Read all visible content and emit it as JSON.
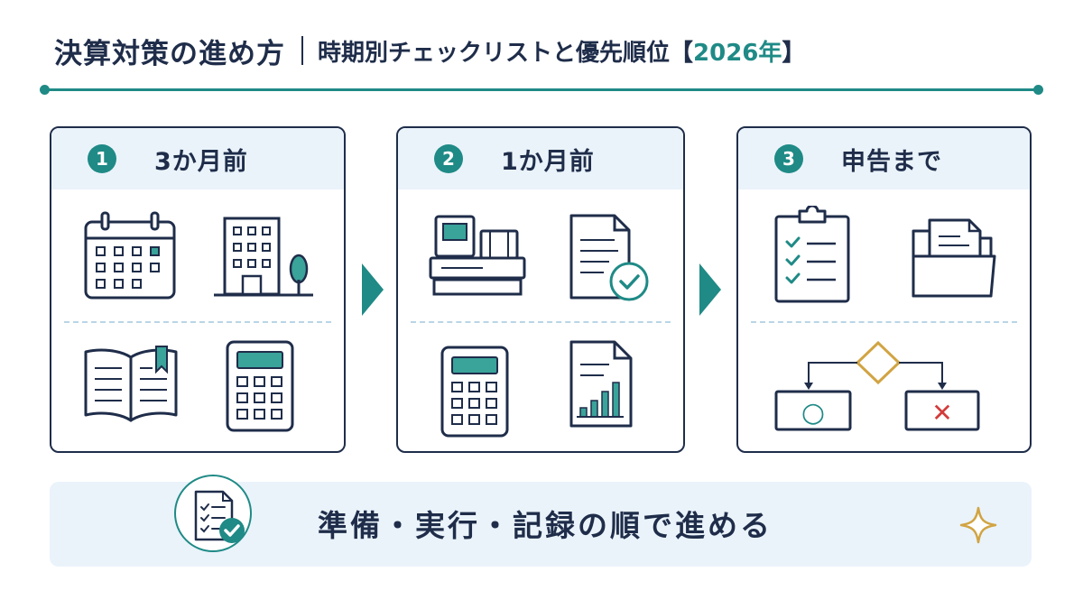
{
  "header": {
    "title": "決算対策の進め方",
    "subtitle": "時期別チェックリストと優先順位【",
    "year": "2026年",
    "suffix": "】"
  },
  "steps": [
    {
      "number": "1",
      "label": "3か月前",
      "icons": [
        "calendar-icon",
        "office-building-icon",
        "open-book-icon",
        "calculator-icon"
      ]
    },
    {
      "number": "2",
      "label": "1か月前",
      "icons": [
        "cash-register-icon",
        "document-check-icon",
        "calculator-icon",
        "report-chart-icon"
      ]
    },
    {
      "number": "3",
      "label": "申告まで",
      "icons": [
        "clipboard-checklist-icon",
        "folder-document-icon",
        "decision-flow-icon"
      ]
    }
  ],
  "flow": {
    "yes_mark": "○",
    "no_mark": "✕"
  },
  "banner": {
    "text": "準備・実行・記録の順で進める"
  },
  "colors": {
    "navy": "#1f2d4a",
    "teal": "#1f8a86",
    "light_blue": "#eaf3fa",
    "gold": "#d1a443",
    "red": "#d33b3b"
  }
}
